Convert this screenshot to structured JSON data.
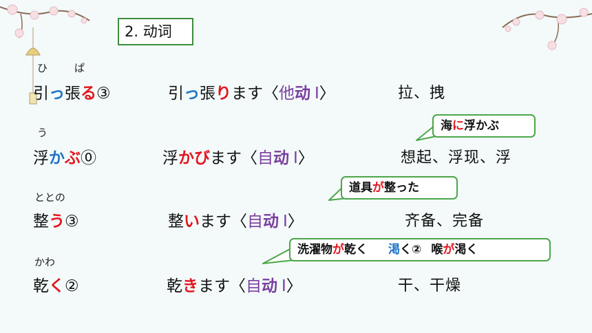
{
  "title": "2. 动词",
  "rows": [
    {
      "ruby": [
        "ひ",
        "ぱ"
      ],
      "word": {
        "a": "引",
        "b": "っ",
        "c": "張",
        "d": "る",
        "e": "③"
      },
      "masu": {
        "a": "引",
        "b": "っ",
        "c": "張",
        "d": "り",
        "e": "ます"
      },
      "type": {
        "open": "〈",
        "a": "他",
        "b": "动",
        "c": "Ⅰ",
        "close": "〉"
      },
      "meaning": "拉、拽"
    },
    {
      "ruby": [
        "う"
      ],
      "word": {
        "a": "浮",
        "b": "か",
        "c": "ぶ",
        "d": "⓪"
      },
      "masu": {
        "a": "浮",
        "b": "かび",
        "c": "ます"
      },
      "type": {
        "open": "〈",
        "a": "自",
        "b": "动",
        "c": "Ⅰ",
        "close": "〉"
      },
      "meaning": "想起、浮现、浮"
    },
    {
      "ruby": [
        "ととの"
      ],
      "word": {
        "a": "整",
        "b": "う",
        "c": "③"
      },
      "masu": {
        "a": "整",
        "b": "い",
        "c": "ます"
      },
      "type": {
        "open": "〈",
        "a": "自",
        "b": "动",
        "c": "Ⅰ",
        "close": "〉"
      },
      "meaning": "齐备、完备"
    },
    {
      "ruby": [
        "かわ"
      ],
      "word": {
        "a": "乾",
        "b": "く",
        "c": "②"
      },
      "masu": {
        "a": "乾",
        "b": "き",
        "c": "ます"
      },
      "type": {
        "open": "〈",
        "a": "自",
        "b": "动",
        "c": "Ⅰ",
        "close": "〉"
      },
      "meaning": "干、干燥"
    }
  ],
  "callouts": [
    {
      "a": "海",
      "b": "に",
      "c": "浮かぶ"
    },
    {
      "a": "道具",
      "b": "が",
      "c": "整った"
    },
    {
      "a": "洗濯物",
      "b": "が",
      "c": "乾く",
      "d": "渇",
      "e": "く②",
      "f": "喉",
      "g": "が",
      "h": "渇く"
    }
  ],
  "colors": {
    "accent_red": "#e3151e",
    "accent_blue": "#1f73c7",
    "accent_purple": "#7a3ea0",
    "border_green": "#4aa648"
  },
  "decorations": [
    "cherry-blossom-branch-left",
    "cherry-blossom-branch-right",
    "wind-chime"
  ]
}
